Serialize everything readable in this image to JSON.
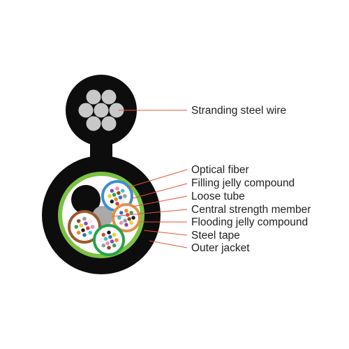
{
  "labels": {
    "stranding_steel_wire": "Stranding steel wire",
    "optical_fiber": "Optical fiber",
    "filling_jelly_compound": "Filling jelly compound",
    "loose_tube": "Loose tube",
    "central_strength_member": "Central strength member",
    "flooding_jelly_compound": "Flooding jelly compound",
    "steel_tape": "Steel tape",
    "outer_jacket": "Outer jacket"
  },
  "colors": {
    "jacket": "#0d0d0d",
    "steel_tape": "#7cc242",
    "flooding_jelly": "#ffffff",
    "steel_wire": "#c8c8c8",
    "central_member": "#a9a9a9",
    "tube_blue": "#3e8fd0",
    "tube_orange": "#e0914a",
    "tube_brown": "#9a5a2e",
    "tube_green": "#27a34a",
    "leader_line": "#e5533d"
  },
  "fiber_colors": [
    "#2f6fd1",
    "#f08a1d",
    "#2aa34a",
    "#8b4a22",
    "#9a9a9a",
    "#f2f2f2",
    "#e23a2e",
    "#1a1a1a",
    "#f2d21b",
    "#8e44ad",
    "#f08fb2",
    "#3fc2c9"
  ]
}
